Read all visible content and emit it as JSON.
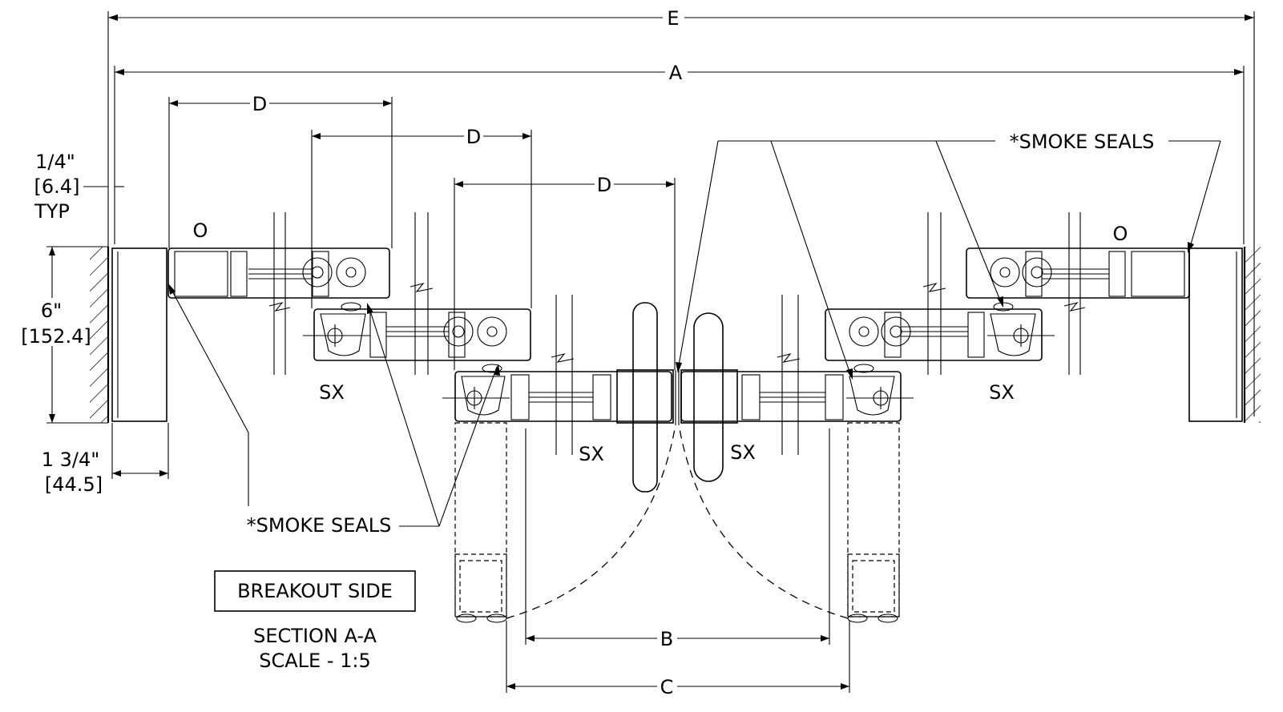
{
  "dimensions": {
    "overall": "E",
    "frame": "A",
    "leaf": "D",
    "clear_opening": "B",
    "panel_span": "C"
  },
  "notes": {
    "jamb_offset_line1": "1/4\"",
    "jamb_offset_line2": "[6.4]",
    "jamb_offset_line3": "TYP",
    "jamb_depth_line1": "6\"",
    "jamb_depth_line2": "[152.4]",
    "jamb_width_line1": "1 3/4\"",
    "jamb_width_line2": "[44.5]",
    "smoke_seals": "*SMOKE SEALS"
  },
  "panel_labels": {
    "fixed": "O",
    "slide_swing": "SX"
  },
  "boxed_label": "BREAKOUT SIDE",
  "section_title": "SECTION A-A",
  "scale": "SCALE - 1:5"
}
